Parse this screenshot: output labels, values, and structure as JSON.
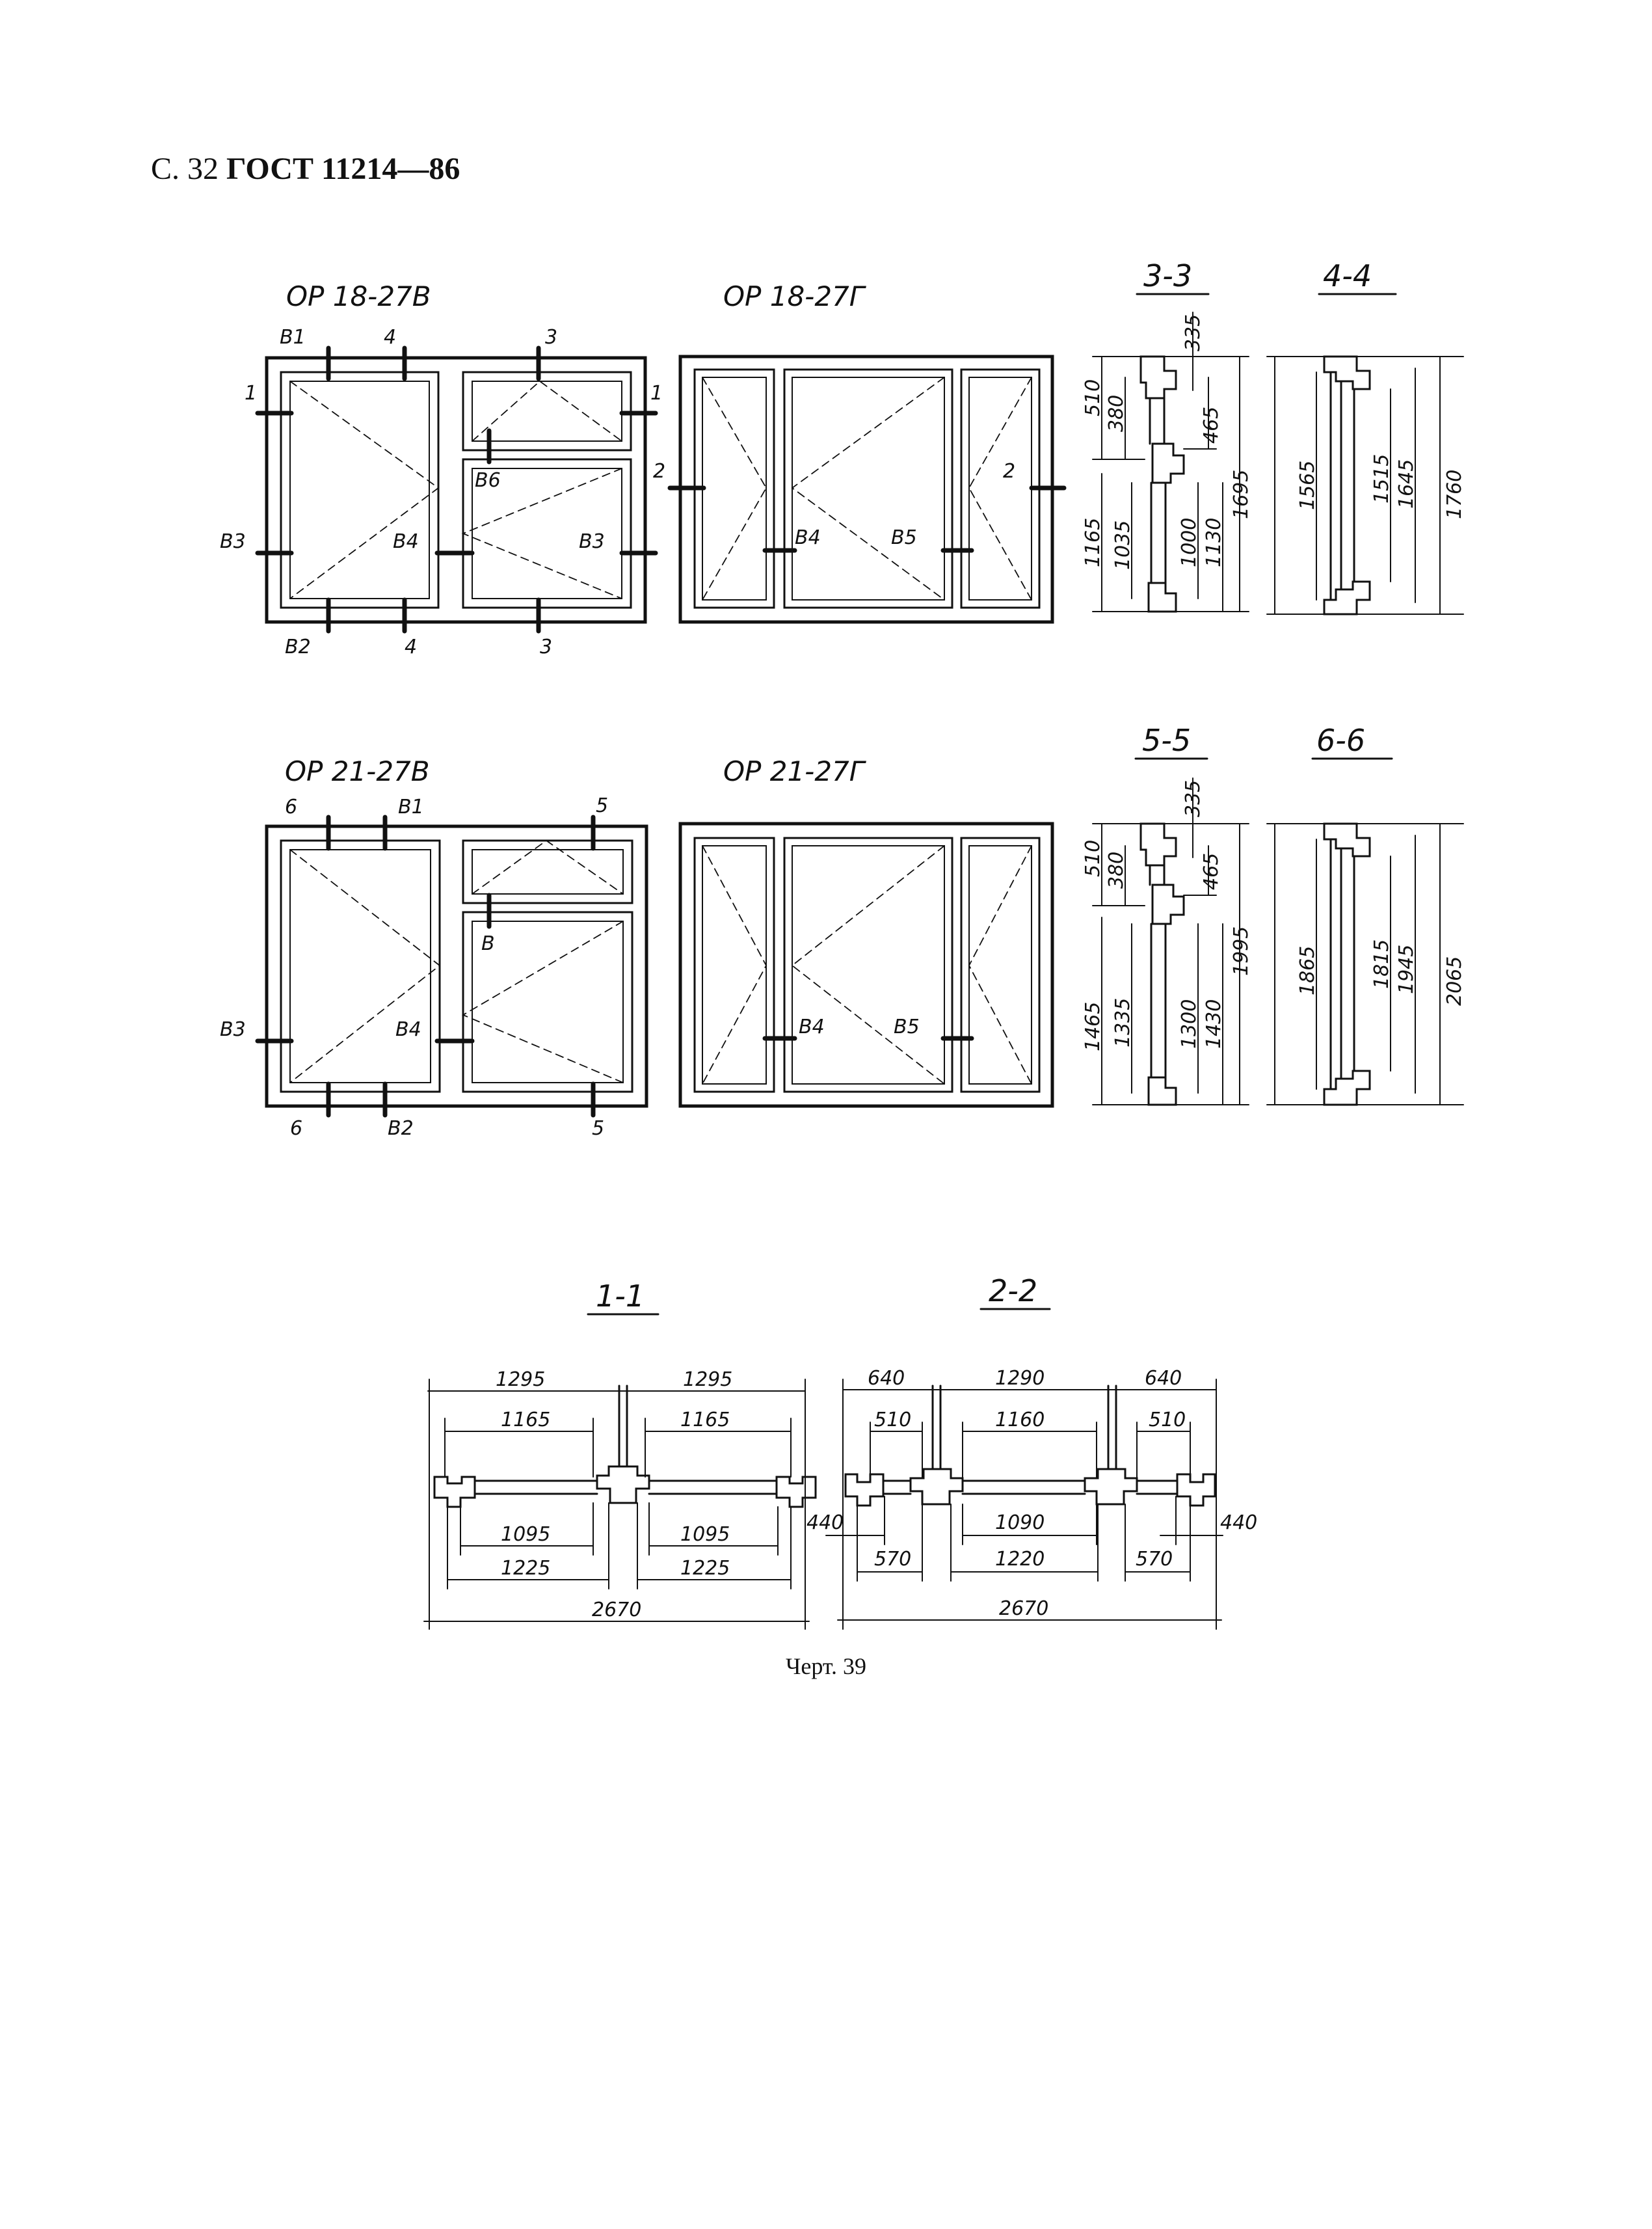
{
  "header": {
    "page_ref": "С. 32",
    "standard": "ГОСТ 11214—86"
  },
  "caption": "Черт. 39",
  "windows": {
    "w1": {
      "title": "ОР 18-27В",
      "labels": [
        "В1",
        "4",
        "3",
        "1",
        "1",
        "В6",
        "В3",
        "В4",
        "В3",
        "В2",
        "4",
        "3"
      ]
    },
    "w2": {
      "title": "ОР 18-27Г",
      "labels": [
        "2",
        "2",
        "В4",
        "В5"
      ]
    },
    "w3": {
      "title": "ОР 21-27В",
      "labels": [
        "6",
        "В1",
        "5",
        "В",
        "В3",
        "В4",
        "6",
        "В2",
        "5"
      ]
    },
    "w4": {
      "title": "ОР 21-27Г",
      "labels": [
        "В4",
        "В5"
      ]
    }
  },
  "sections": {
    "s33": {
      "title": "3-3",
      "dims": [
        "335",
        "510",
        "380",
        "465",
        "1695",
        "1165",
        "1035",
        "1000",
        "1130"
      ]
    },
    "s44": {
      "title": "4-4",
      "dims": [
        "1565",
        "1515",
        "1645",
        "1760"
      ]
    },
    "s55": {
      "title": "5-5",
      "dims": [
        "335",
        "510",
        "380",
        "465",
        "1995",
        "1465",
        "1335",
        "1300",
        "1430"
      ]
    },
    "s66": {
      "title": "6-6",
      "dims": [
        "1865",
        "1815",
        "1945",
        "2065"
      ]
    },
    "s11": {
      "title": "1-1",
      "dims": [
        "1295",
        "1295",
        "1165",
        "1165",
        "1095",
        "1095",
        "1225",
        "1225",
        "2670"
      ]
    },
    "s22": {
      "title": "2-2",
      "dims": [
        "640",
        "1290",
        "640",
        "510",
        "1160",
        "510",
        "440",
        "1090",
        "440",
        "570",
        "1220",
        "570",
        "2670"
      ]
    }
  }
}
